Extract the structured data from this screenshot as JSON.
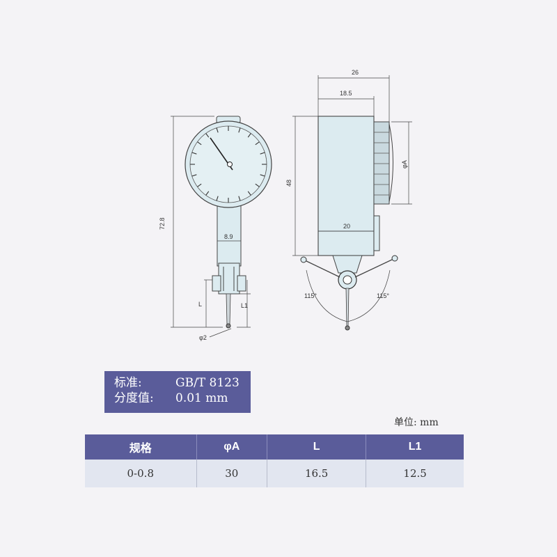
{
  "drawing": {
    "dimensions": {
      "width_total": "26",
      "width_body": "18.5",
      "height_dial": "48",
      "dial_dia": "φA",
      "height_total": "72.8",
      "stem_width": "8.9",
      "body_lower": "20",
      "angle_left": "115°",
      "angle_right": "115°",
      "L": "L",
      "L1": "L1",
      "ball_dia": "φ2"
    }
  },
  "spec_box": {
    "standard_label": "标准:",
    "standard_value": "GB/T 8123",
    "resolution_label": "分度值:",
    "resolution_value": "0.01 mm"
  },
  "unit_note": "单位: mm",
  "table": {
    "headers": [
      "规格",
      "φA",
      "L",
      "L1"
    ],
    "rows": [
      [
        "0-0.8",
        "30",
        "16.5",
        "12.5"
      ]
    ]
  },
  "colors": {
    "header_bg": "#5a5c9a",
    "row_bg": "#e2e6f0",
    "drawing_fill": "#dcebf0"
  }
}
